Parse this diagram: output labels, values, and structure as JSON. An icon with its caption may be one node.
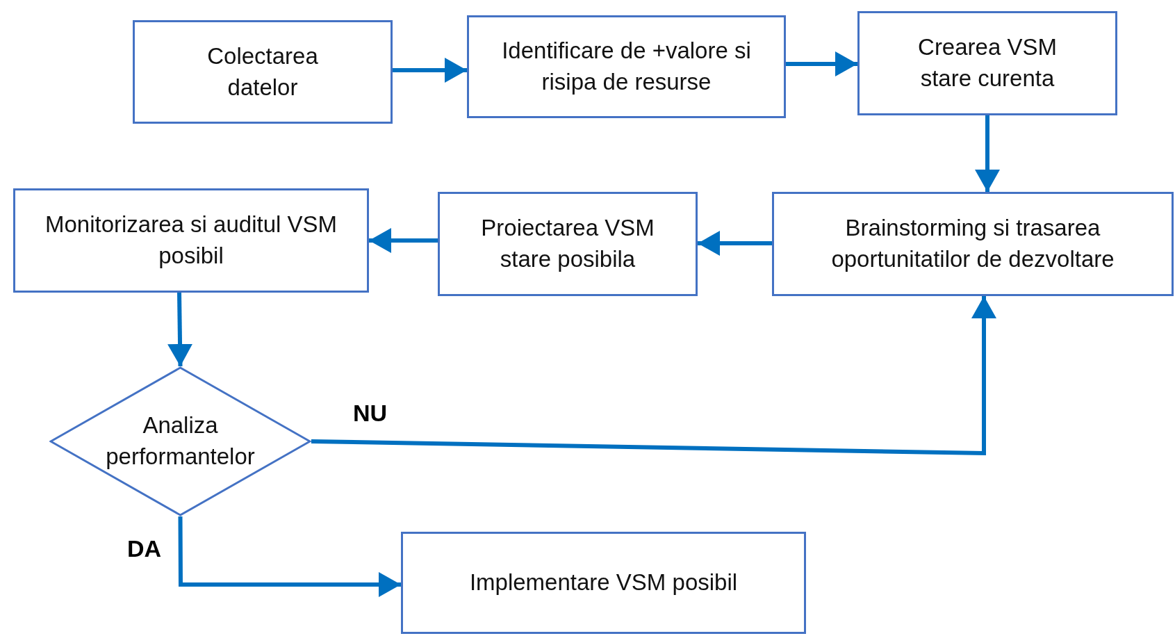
{
  "diagram": {
    "nodes": [
      {
        "text": [
          "Colectarea datelor"
        ]
      },
      {
        "text": [
          "Identificare de +valore si risipa de resurse"
        ]
      },
      {
        "text": [
          "Crearea VSM stare curenta"
        ]
      },
      {
        "text": [
          "Monitorizarea si auditul VSM posibil"
        ]
      },
      {
        "text": [
          "Proiectarea VSM stare posibila"
        ]
      },
      {
        "text": [
          "Brainstorming si trasarea oportunitatilor de dezvoltare"
        ]
      },
      {
        "text": [
          "Analiza performantelor"
        ]
      },
      {
        "text": [
          "Implementare VSM posibil"
        ]
      }
    ],
    "edges": [
      {
        "from": 0,
        "to": 1,
        "arrow": "to"
      },
      {
        "from": 1,
        "to": 2,
        "arrow": "to"
      },
      {
        "from": 2,
        "to": 5,
        "arrow": "to"
      },
      {
        "from": 5,
        "to": 4,
        "arrow": "to"
      },
      {
        "from": 4,
        "to": 3,
        "arrow": "to"
      },
      {
        "from": 3,
        "to": 6,
        "arrow": "to"
      },
      {
        "from": 6,
        "to": 5,
        "arrow": "to",
        "label": "NU"
      },
      {
        "from": 6,
        "to": 7,
        "arrow": "to",
        "label": "DA"
      }
    ]
  }
}
